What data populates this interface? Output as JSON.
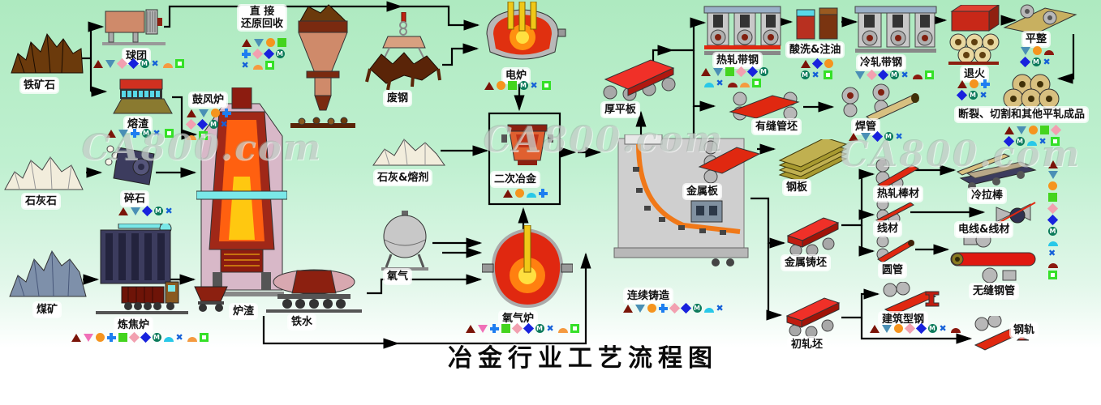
{
  "title": "冶金行业工艺流程图",
  "watermark": "CA800.com",
  "colors": {
    "background_top": "#aeeac0",
    "background_bottom": "#ffffff",
    "arrow": "#000000",
    "label_bg": "#ffffff",
    "hot_metal_red": "#e02810",
    "furnace_maroon": "#8c2010",
    "machine_navy": "#3c3c5e",
    "pipe_cyan": "#7ae8e8",
    "plate_olive": "#8a7a30"
  },
  "icon_palette": {
    "tri-up-red": "#7a1408",
    "tri-down-blue": "#4a8fb5",
    "tri-down-pink": "#f070b8",
    "circle-orange": "#f5941e",
    "plus-blue": "#1e7ef0",
    "square-green": "#44d41e",
    "diamond-pink": "#f2a0b0",
    "diamond-blue": "#1822dd",
    "badge-m-teal": "#0b7a5a",
    "arch-cyan": "#28c8e8",
    "x-blue": "#1560d8",
    "arch-orange": "#f59a40",
    "square-hollow-green": "#35e028",
    "arch-darkred": "#8b1a10"
  },
  "nodes": {
    "iron_ore": {
      "label": "铁矿石"
    },
    "pellet": {
      "label": "球团",
      "icons": [
        "tri-up-red",
        "tri-down-blue",
        "diamond-pink",
        "diamond-blue",
        "badge-m-teal",
        "x-blue",
        "arch-orange",
        "square-hollow-green"
      ]
    },
    "direct_reduction": {
      "label": "直接还原回收",
      "label_line1": "直 接",
      "label_line2": "还原回收",
      "icons": [
        "tri-up-red",
        "tri-down-blue",
        "circle-orange",
        "square-green"
      ],
      "icons2": [
        "plus-blue",
        "diamond-pink",
        "diamond-blue",
        "badge-m-teal"
      ],
      "icons3": [
        "x-blue",
        "arch-orange",
        "square-hollow-green"
      ]
    },
    "slag_sinter": {
      "label": "熔渣",
      "icons": [
        "tri-up-red",
        "tri-down-blue",
        "plus-blue",
        "badge-m-teal",
        "x-blue",
        "square-hollow-green"
      ]
    },
    "blast_furnace": {
      "label": "鼓风炉",
      "icons": [
        "tri-up-red",
        "tri-down-blue",
        "circle-orange",
        "plus-blue"
      ],
      "icons2": [
        "diamond-pink",
        "diamond-blue",
        "badge-m-teal",
        "x-blue"
      ],
      "icons3": [
        "arch-orange",
        "square-hollow-green"
      ]
    },
    "limestone": {
      "label": "石灰石"
    },
    "crusher": {
      "label": "碎石",
      "icons": [
        "tri-up-red",
        "tri-down-blue",
        "diamond-blue",
        "badge-m-teal",
        "x-blue"
      ]
    },
    "coal": {
      "label": "煤矿"
    },
    "coke_oven": {
      "label": "炼焦炉",
      "icons": [
        "tri-up-red",
        "tri-down-pink",
        "circle-orange",
        "plus-blue",
        "square-green",
        "diamond-pink",
        "diamond-blue",
        "badge-m-teal",
        "arch-cyan",
        "x-blue",
        "arch-orange",
        "square-hollow-green"
      ]
    },
    "slag_car": {
      "label": "炉渣"
    },
    "molten_iron": {
      "label": "铁水"
    },
    "scrap": {
      "label": "废钢"
    },
    "lime_flux": {
      "label": "石灰&熔剂"
    },
    "oxygen": {
      "label": "氧气"
    },
    "eaf": {
      "label": "电炉",
      "icons": [
        "tri-up-red",
        "circle-orange",
        "square-green",
        "badge-m-teal",
        "x-blue",
        "square-hollow-green"
      ]
    },
    "secondary": {
      "label": "二次冶金",
      "icons": [
        "tri-up-red",
        "circle-orange",
        "arch-cyan",
        "plus-blue"
      ]
    },
    "bof": {
      "label": "氧气炉",
      "icons": [
        "tri-up-red",
        "tri-down-pink",
        "plus-blue",
        "square-green",
        "diamond-pink",
        "diamond-blue",
        "badge-m-teal",
        "x-blue",
        "arch-orange",
        "square-hollow-green"
      ]
    },
    "slab": {
      "label": "厚平板"
    },
    "caster": {
      "label": "连续铸造",
      "icons": [
        "tri-up-red",
        "tri-down-blue",
        "circle-orange",
        "plus-blue",
        "diamond-pink",
        "diamond-blue",
        "badge-m-teal",
        "arch-cyan",
        "x-blue"
      ]
    },
    "hot_strip": {
      "label": "热轧带钢",
      "icons": [
        "tri-up-red",
        "tri-down-blue",
        "square-green",
        "diamond-pink",
        "diamond-blue",
        "badge-m-teal"
      ],
      "icons2": [
        "arch-cyan",
        "x-blue",
        "arch-darkred",
        "arch-orange",
        "square-hollow-green"
      ]
    },
    "pickling": {
      "label": "酸洗&注油",
      "icons": [
        "tri-up-red",
        "diamond-blue",
        "circle-orange"
      ],
      "icons2": [
        "badge-m-teal",
        "x-blue",
        "square-hollow-green"
      ]
    },
    "cold_strip": {
      "label": "冷轧带钢",
      "icons": [
        "tri-down-blue",
        "diamond-pink",
        "diamond-blue",
        "badge-m-teal",
        "x-blue",
        "arch-darkred",
        "square-hollow-green"
      ]
    },
    "anneal": {
      "label": "退火",
      "icons": [
        "tri-up-red",
        "circle-orange",
        "plus-blue"
      ],
      "icons2": [
        "diamond-blue",
        "badge-m-teal",
        "x-blue"
      ]
    },
    "temper": {
      "label": "平整",
      "icons": [
        "tri-down-blue",
        "circle-orange",
        "arch-darkred"
      ],
      "icons2": [
        "diamond-blue",
        "badge-m-teal",
        "x-blue"
      ]
    },
    "finished": {
      "label": "断裂、切割和其他平轧成品",
      "icons": [
        "tri-up-red",
        "tri-down-blue",
        "circle-orange",
        "square-green",
        "diamond-pink"
      ],
      "icons2": [
        "diamond-blue",
        "badge-m-teal",
        "arch-cyan",
        "x-blue",
        "square-hollow-green"
      ]
    },
    "seam_billet": {
      "label": "有缝管坯"
    },
    "weld_pipe": {
      "label": "焊管",
      "icons": [
        "tri-up-red",
        "tri-down-blue",
        "diamond-blue",
        "badge-m-teal",
        "x-blue"
      ]
    },
    "steel_plate": {
      "label": "钢板"
    },
    "metal_sheet": {
      "label": "金属板"
    },
    "cast_billet": {
      "label": "金属铸坯"
    },
    "hot_bar": {
      "label": "热轧棒材"
    },
    "drawn_bar": {
      "label": "冷拉棒"
    },
    "wire_rod": {
      "label": "线材"
    },
    "wire_cable": {
      "label": "电线&线材"
    },
    "round_pipe": {
      "label": "圆管"
    },
    "seamless": {
      "label": "无缝钢管"
    },
    "bloom": {
      "label": "初轧坯"
    },
    "structural": {
      "label": "建筑型钢",
      "icons": [
        "tri-up-red",
        "tri-down-blue",
        "circle-orange",
        "diamond-pink",
        "diamond-blue",
        "badge-m-teal",
        "x-blue",
        "arch-darkred"
      ]
    },
    "rail": {
      "label": "钢轨"
    },
    "side_column": {
      "icons": [
        "tri-up-red",
        "tri-down-blue",
        "circle-orange",
        "square-green",
        "diamond-pink",
        "diamond-blue",
        "badge-m-teal",
        "arch-cyan",
        "x-blue",
        "arch-darkred",
        "square-hollow-green"
      ]
    }
  }
}
